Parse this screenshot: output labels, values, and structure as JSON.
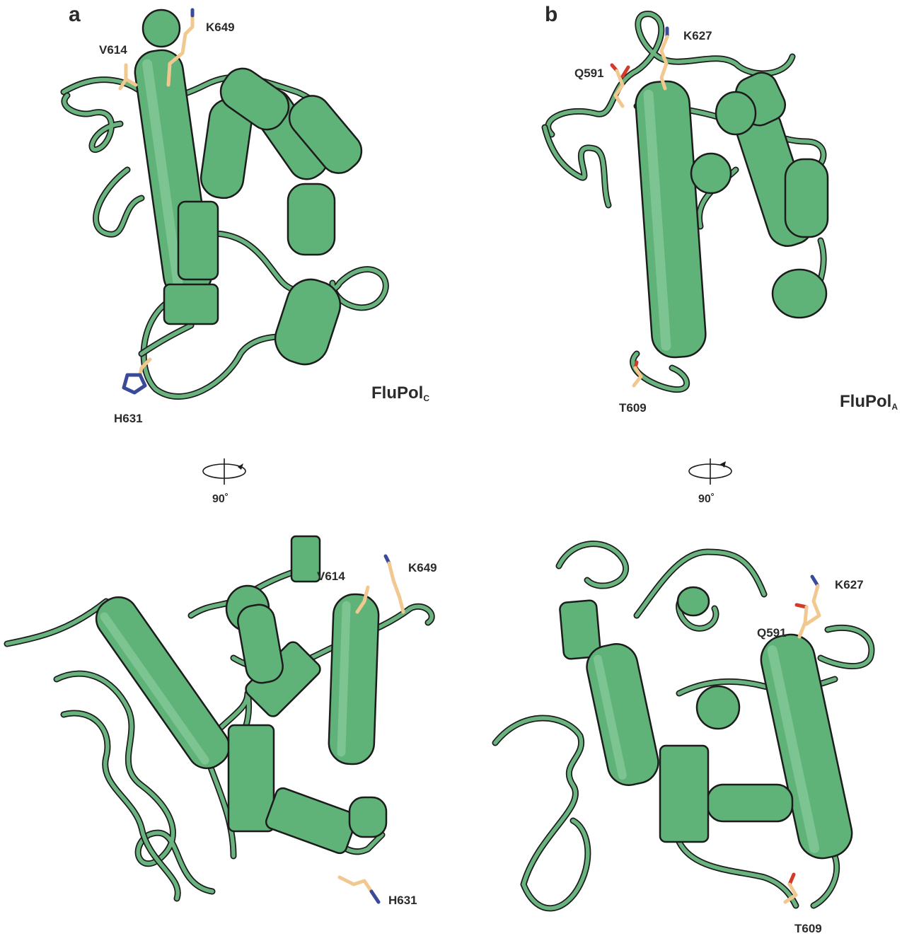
{
  "panels": {
    "a": {
      "letter": "a",
      "title": "FluPol",
      "subscript": "C",
      "top_labels": [
        "V614",
        "K649",
        "H631"
      ],
      "bottom_labels": [
        "V614",
        "K649",
        "H631"
      ]
    },
    "b": {
      "letter": "b",
      "title": "FluPol",
      "subscript": "A",
      "top_labels": [
        "Q591",
        "K627",
        "T609"
      ],
      "bottom_labels": [
        "Q591",
        "K627",
        "T609"
      ]
    }
  },
  "rotation": {
    "angle": "90˚"
  },
  "colors": {
    "cartoon": "#5fb278",
    "outline": "#1c1c1c",
    "carbon": "#f1c990",
    "nitrogen": "#3a4a9a",
    "oxygen": "#d23a2a"
  }
}
